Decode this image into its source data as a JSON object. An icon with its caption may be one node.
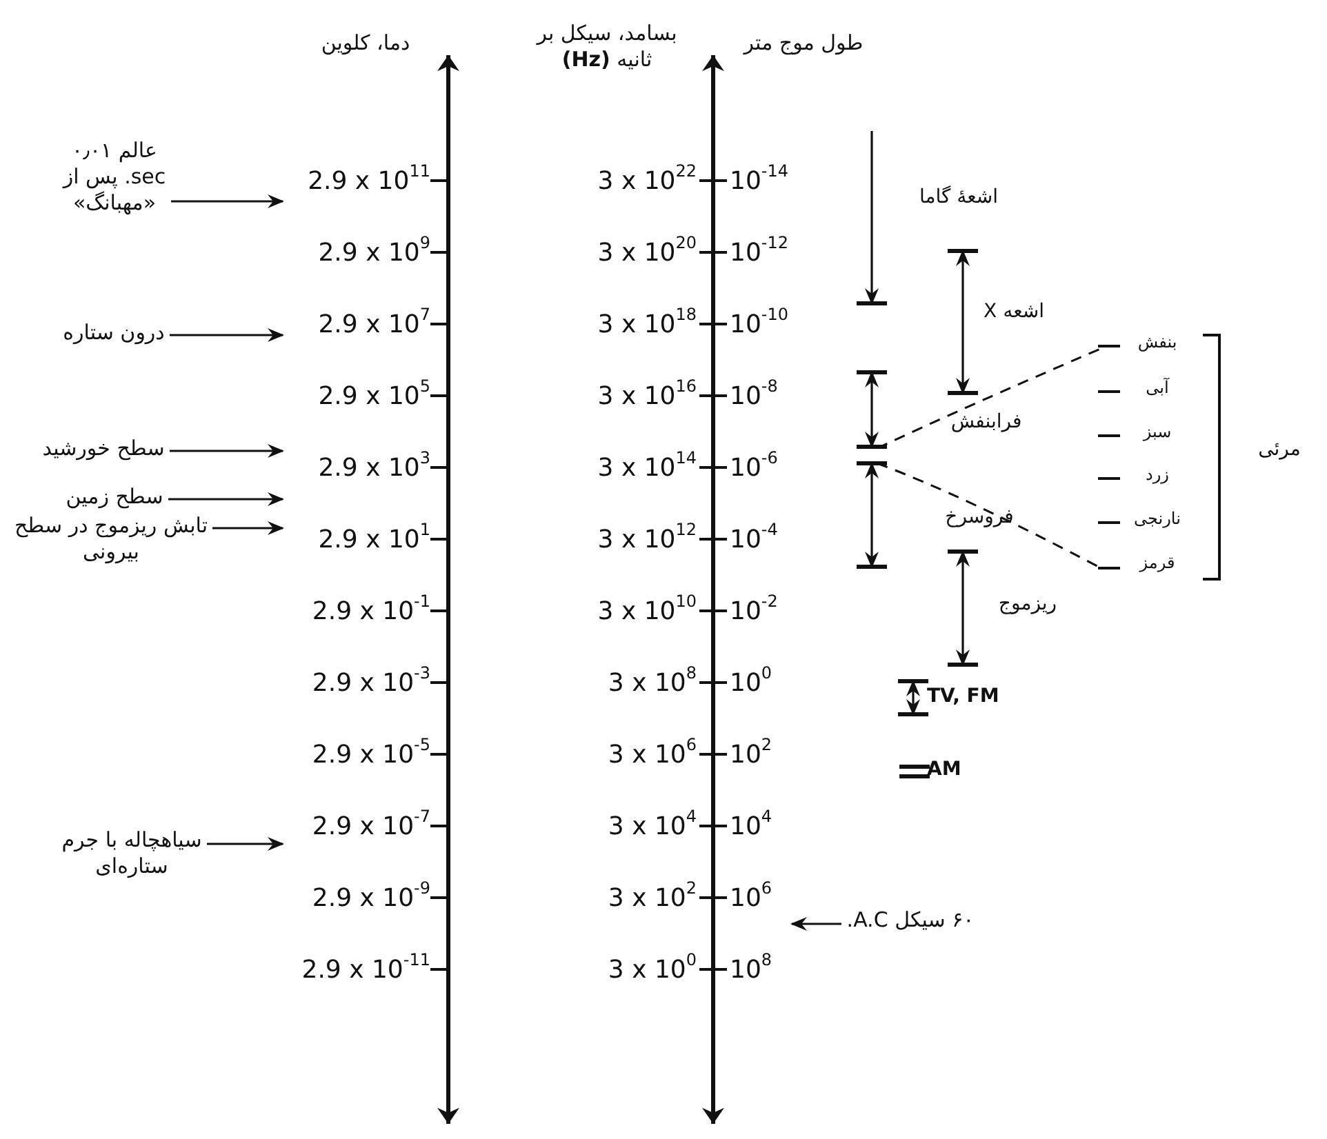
{
  "diagram": {
    "nodes": [
      {
        "text": [
          "عالم ۰٫۰۱ sec. پس از «مهبانگ»"
        ]
      },
      {
        "text": [
          "درون ستاره"
        ]
      },
      {
        "text": [
          "سطح خورشید"
        ]
      },
      {
        "text": [
          "سطح زمین"
        ]
      },
      {
        "text": [
          "تابش ریزموج در سطح بیرونی"
        ]
      },
      {
        "text": [
          "سیاهچاله با جرم ستاره‌ای"
        ]
      },
      {
        "text": [
          "۶۰ سیکل A.C."
        ]
      }
    ],
    "edges": [
      {
        "from": 0,
        "to": null,
        "arrow": "to"
      },
      {
        "from": 1,
        "to": null,
        "arrow": "to"
      },
      {
        "from": 2,
        "to": null,
        "arrow": "to"
      },
      {
        "from": 3,
        "to": null,
        "arrow": "to"
      },
      {
        "from": 4,
        "to": null,
        "arrow": "to"
      },
      {
        "from": 5,
        "to": null,
        "arrow": "to"
      },
      {
        "from": 6,
        "to": null,
        "arrow": "to"
      }
    ],
    "labels": [
      "دما، کلوین",
      "بسامد، سیکل بر ثانیه **(Hz)**",
      "طول موج متر",
      "2.9 x 10$^{11}$",
      "3 x 10$^{22}$",
      "10$^{-14}$",
      "2.9 x 10$^{9}$",
      "3 x 10$^{20}$",
      "10$^{-12}$",
      "2.9 x 10$^{7}$",
      "3 x 10$^{18}$",
      "10$^{-10}$",
      "2.9 x 10$^{5}$",
      "3 x 10$^{16}$",
      "10$^{-8}$",
      "2.9 x 10$^{3}$",
      "3 x 10$^{14}$",
      "10$^{-6}$",
      "2.9 x 10$^{1}$",
      "3 x 10$^{12}$",
      "10$^{-4}$",
      "2.9 x 10$^{-1}$",
      "3 x 10$^{10}$",
      "10$^{-2}$",
      "2.9 x 10$^{-3}$",
      "3 x 10$^{8}$",
      "10$^{0}$",
      "2.9 x 10$^{-5}$",
      "3 x 10$^{6}$",
      "10$^{2}$",
      "2.9 x 10$^{-7}$",
      "3 x 10$^{4}$",
      "10$^{4}$",
      "2.9 x 10$^{-9}$",
      "3 x 10$^{2}$",
      "10$^{6}$",
      "2.9 x 10$^{-11}$",
      "3 x 10$^{0}$",
      "10$^{8}$",
      "اشعهٔ گاما",
      "اشعه X",
      "فرابنفش",
      "فروسرخ",
      "ریزموج",
      "TV, FM",
      "AM",
      "بنفش",
      "آبی",
      "سبز",
      "زرد",
      "نارنجی",
      "قرمز",
      "مرئی"
    ]
  }
}
